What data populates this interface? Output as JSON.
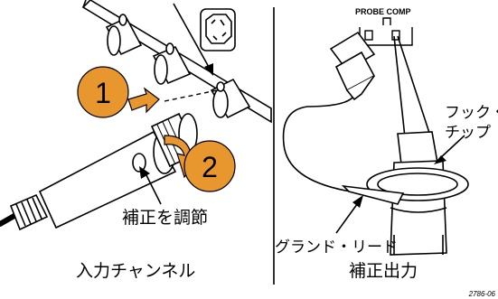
{
  "left_panel": {
    "caption": "入力チャンネル",
    "adjust_label": "補正を調節",
    "step1": "1",
    "step2": "2"
  },
  "right_panel": {
    "caption": "補正出力",
    "probe_comp_label": "PROBE COMP",
    "hook_label_line1": "フック・",
    "hook_label_line2": "チップ",
    "ground_label": "グランド・リード"
  },
  "figure_id": "2786-06",
  "colors": {
    "callout_orange": "#E8962E",
    "ink": "#000000",
    "background": "#ffffff"
  }
}
